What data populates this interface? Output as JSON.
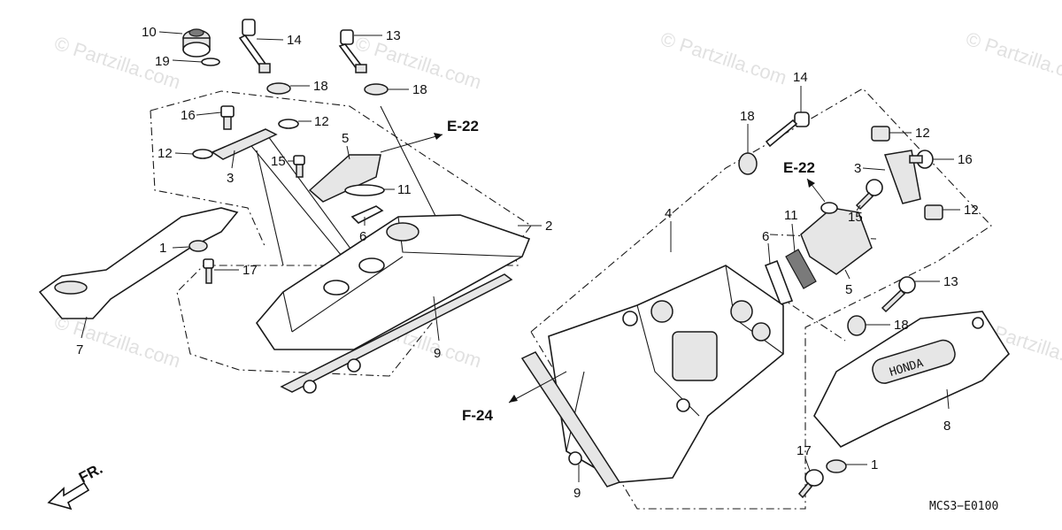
{
  "watermarks": [
    "© Partzilla.com",
    "© Partzilla.com",
    "© Partzilla.com",
    "© Partzilla.com",
    "© Partzilla.com",
    "© Partzilla.com",
    "© Partzilla.com"
  ],
  "callouts_left": {
    "c10": "10",
    "c19": "19",
    "c14": "14",
    "c13": "13",
    "c18a": "18",
    "c18b": "18",
    "c16": "16",
    "c12a": "12",
    "c12b": "12",
    "c3": "3",
    "c15": "15",
    "c5": "5",
    "c11": "11",
    "c6": "6",
    "c2": "2",
    "c1": "1",
    "c17": "17",
    "c7": "7",
    "c9": "9"
  },
  "callouts_right": {
    "c14": "14",
    "c18a": "18",
    "c12a": "12",
    "c3": "3",
    "c16": "16",
    "c15": "15",
    "c12b": "12",
    "c11": "11",
    "c6": "6",
    "c4": "4",
    "c5": "5",
    "c13": "13",
    "c18b": "18",
    "c8": "8",
    "c17": "17",
    "c1": "1",
    "c9": "9"
  },
  "references": {
    "e22_left": "E-22",
    "e22_right": "E-22",
    "f24": "F-24"
  },
  "cover_badge": "HONDA",
  "front_indicator": "FR.",
  "diagram_code": "MCS3−E0100"
}
